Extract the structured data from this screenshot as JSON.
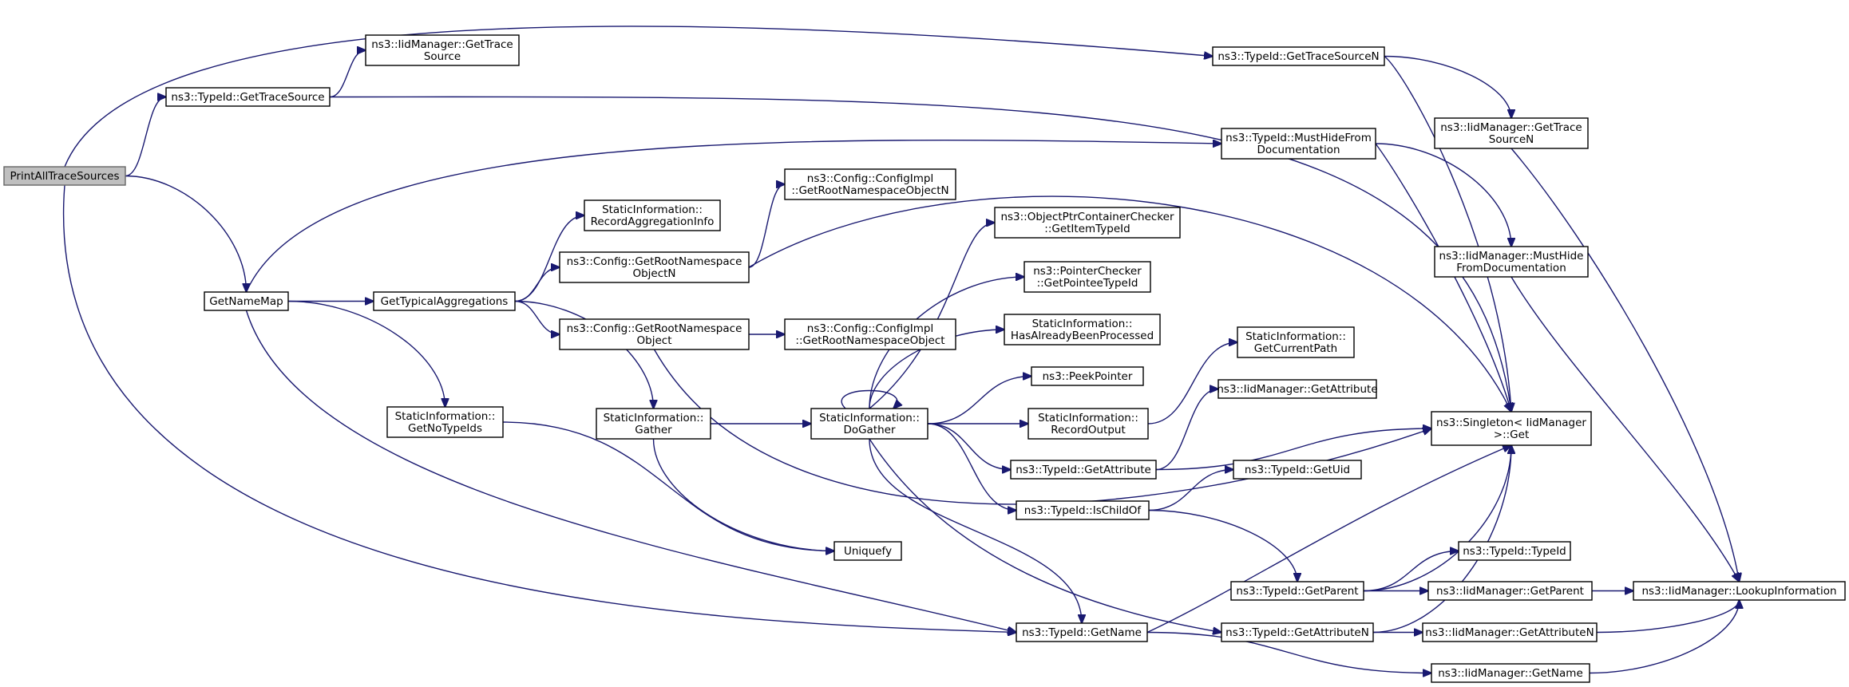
{
  "diagram": {
    "nodes": [
      {
        "id": "PrintAllTraceSources",
        "lines": [
          "PrintAllTraceSources"
        ],
        "root": true
      },
      {
        "id": "GetTraceSource",
        "lines": [
          "ns3::TypeId::GetTraceSource"
        ]
      },
      {
        "id": "IidGetTraceSource",
        "lines": [
          "ns3::IidManager::GetTrace",
          "Source"
        ]
      },
      {
        "id": "GetTraceSourceN",
        "lines": [
          "ns3::TypeId::GetTraceSourceN"
        ]
      },
      {
        "id": "IidGetTraceSourceN",
        "lines": [
          "ns3::IidManager::GetTrace",
          "SourceN"
        ]
      },
      {
        "id": "MustHideFromDocumentation",
        "lines": [
          "ns3::TypeId::MustHideFrom",
          "Documentation"
        ]
      },
      {
        "id": "IidMustHide",
        "lines": [
          "ns3::IidManager::MustHide",
          "FromDocumentation"
        ]
      },
      {
        "id": "GetNameMap",
        "lines": [
          "GetNameMap"
        ]
      },
      {
        "id": "GetTypicalAggregations",
        "lines": [
          "GetTypicalAggregations"
        ]
      },
      {
        "id": "RecordAggregationInfo",
        "lines": [
          "StaticInformation::",
          "RecordAggregationInfo"
        ]
      },
      {
        "id": "ConfigImplGetRootNamespaceObjectN",
        "lines": [
          "ns3::Config::ConfigImpl",
          "::GetRootNamespaceObjectN"
        ]
      },
      {
        "id": "ConfigGetRootNamespaceObjectN",
        "lines": [
          "ns3::Config::GetRootNamespace",
          "ObjectN"
        ]
      },
      {
        "id": "ConfigGetRootNamespaceObject",
        "lines": [
          "ns3::Config::GetRootNamespace",
          "Object"
        ]
      },
      {
        "id": "ConfigImplGetRootNamespaceObject",
        "lines": [
          "ns3::Config::ConfigImpl",
          "::GetRootNamespaceObject"
        ]
      },
      {
        "id": "GetItemTypeId",
        "lines": [
          "ns3::ObjectPtrContainerChecker",
          "::GetItemTypeId"
        ]
      },
      {
        "id": "GetPointeeTypeId",
        "lines": [
          "ns3::PointerChecker",
          "::GetPointeeTypeId"
        ]
      },
      {
        "id": "HasAlreadyBeenProcessed",
        "lines": [
          "StaticInformation::",
          "HasAlreadyBeenProcessed"
        ]
      },
      {
        "id": "PeekPointer",
        "lines": [
          "ns3::PeekPointer"
        ]
      },
      {
        "id": "RecordOutput",
        "lines": [
          "StaticInformation::",
          "RecordOutput"
        ]
      },
      {
        "id": "GetCurrentPath",
        "lines": [
          "StaticInformation::",
          "GetCurrentPath"
        ]
      },
      {
        "id": "IidGetAttribute",
        "lines": [
          "ns3::IidManager::GetAttribute"
        ]
      },
      {
        "id": "SingletonGet",
        "lines": [
          "ns3::Singleton< IidManager",
          ">::Get"
        ]
      },
      {
        "id": "GetNoTypeIds",
        "lines": [
          "StaticInformation::",
          "GetNoTypeIds"
        ]
      },
      {
        "id": "Gather",
        "lines": [
          "StaticInformation::",
          "Gather"
        ]
      },
      {
        "id": "DoGather",
        "lines": [
          "StaticInformation::",
          "DoGather"
        ]
      },
      {
        "id": "TypeIdGetAttribute",
        "lines": [
          "ns3::TypeId::GetAttribute"
        ]
      },
      {
        "id": "GetUid",
        "lines": [
          "ns3::TypeId::GetUid"
        ]
      },
      {
        "id": "IsChildOf",
        "lines": [
          "ns3::TypeId::IsChildOf"
        ]
      },
      {
        "id": "Uniquefy",
        "lines": [
          "Uniquefy"
        ]
      },
      {
        "id": "TypeIdTypeId",
        "lines": [
          "ns3::TypeId::TypeId"
        ]
      },
      {
        "id": "GetParent",
        "lines": [
          "ns3::TypeId::GetParent"
        ]
      },
      {
        "id": "IidGetParent",
        "lines": [
          "ns3::IidManager::GetParent"
        ]
      },
      {
        "id": "LookupInformation",
        "lines": [
          "ns3::IidManager::LookupInformation"
        ]
      },
      {
        "id": "TypeIdGetName",
        "lines": [
          "ns3::TypeId::GetName"
        ]
      },
      {
        "id": "GetAttributeN",
        "lines": [
          "ns3::TypeId::GetAttributeN"
        ]
      },
      {
        "id": "IidGetAttributeN",
        "lines": [
          "ns3::IidManager::GetAttributeN"
        ]
      },
      {
        "id": "IidGetName",
        "lines": [
          "ns3::IidManager::GetName"
        ]
      }
    ],
    "edges": [
      [
        "PrintAllTraceSources",
        "GetTraceSourceN"
      ],
      [
        "PrintAllTraceSources",
        "GetTraceSource"
      ],
      [
        "PrintAllTraceSources",
        "GetNameMap"
      ],
      [
        "PrintAllTraceSources",
        "TypeIdGetName"
      ],
      [
        "GetTraceSource",
        "IidGetTraceSource"
      ],
      [
        "GetTraceSource",
        "SingletonGet"
      ],
      [
        "GetTraceSourceN",
        "IidGetTraceSourceN"
      ],
      [
        "GetTraceSourceN",
        "SingletonGet"
      ],
      [
        "IidGetTraceSourceN",
        "LookupInformation"
      ],
      [
        "GetNameMap",
        "MustHideFromDocumentation"
      ],
      [
        "GetNameMap",
        "GetTypicalAggregations"
      ],
      [
        "GetNameMap",
        "GetNoTypeIds"
      ],
      [
        "GetNameMap",
        "TypeIdGetName"
      ],
      [
        "MustHideFromDocumentation",
        "IidMustHide"
      ],
      [
        "MustHideFromDocumentation",
        "SingletonGet"
      ],
      [
        "IidMustHide",
        "LookupInformation"
      ],
      [
        "GetTypicalAggregations",
        "RecordAggregationInfo"
      ],
      [
        "GetTypicalAggregations",
        "ConfigGetRootNamespaceObjectN"
      ],
      [
        "GetTypicalAggregations",
        "ConfigGetRootNamespaceObject"
      ],
      [
        "GetTypicalAggregations",
        "Gather"
      ],
      [
        "ConfigGetRootNamespaceObjectN",
        "ConfigImplGetRootNamespaceObjectN"
      ],
      [
        "ConfigGetRootNamespaceObjectN",
        "SingletonGet"
      ],
      [
        "ConfigGetRootNamespaceObject",
        "ConfigImplGetRootNamespaceObject"
      ],
      [
        "ConfigGetRootNamespaceObject",
        "SingletonGet"
      ],
      [
        "GetNoTypeIds",
        "Uniquefy"
      ],
      [
        "Gather",
        "DoGather"
      ],
      [
        "Gather",
        "Uniquefy"
      ],
      [
        "DoGather",
        "DoGather"
      ],
      [
        "DoGather",
        "GetItemTypeId"
      ],
      [
        "DoGather",
        "GetPointeeTypeId"
      ],
      [
        "DoGather",
        "HasAlreadyBeenProcessed"
      ],
      [
        "DoGather",
        "PeekPointer"
      ],
      [
        "DoGather",
        "RecordOutput"
      ],
      [
        "DoGather",
        "TypeIdGetAttribute"
      ],
      [
        "DoGather",
        "IsChildOf"
      ],
      [
        "DoGather",
        "TypeIdGetName"
      ],
      [
        "DoGather",
        "GetAttributeN"
      ],
      [
        "RecordOutput",
        "GetCurrentPath"
      ],
      [
        "TypeIdGetAttribute",
        "IidGetAttribute"
      ],
      [
        "TypeIdGetAttribute",
        "SingletonGet"
      ],
      [
        "IsChildOf",
        "GetUid"
      ],
      [
        "IsChildOf",
        "GetParent"
      ],
      [
        "GetParent",
        "TypeIdTypeId"
      ],
      [
        "GetParent",
        "IidGetParent"
      ],
      [
        "GetParent",
        "SingletonGet"
      ],
      [
        "IidGetParent",
        "LookupInformation"
      ],
      [
        "TypeIdGetName",
        "SingletonGet"
      ],
      [
        "TypeIdGetName",
        "IidGetName"
      ],
      [
        "GetAttributeN",
        "IidGetAttributeN"
      ],
      [
        "GetAttributeN",
        "SingletonGet"
      ],
      [
        "IidGetAttributeN",
        "LookupInformation"
      ],
      [
        "IidGetName",
        "LookupInformation"
      ]
    ]
  },
  "colors": {
    "edge": "#191970",
    "node_border": "#000000",
    "root_fill": "#bfbfbf",
    "root_border": "#666666"
  }
}
